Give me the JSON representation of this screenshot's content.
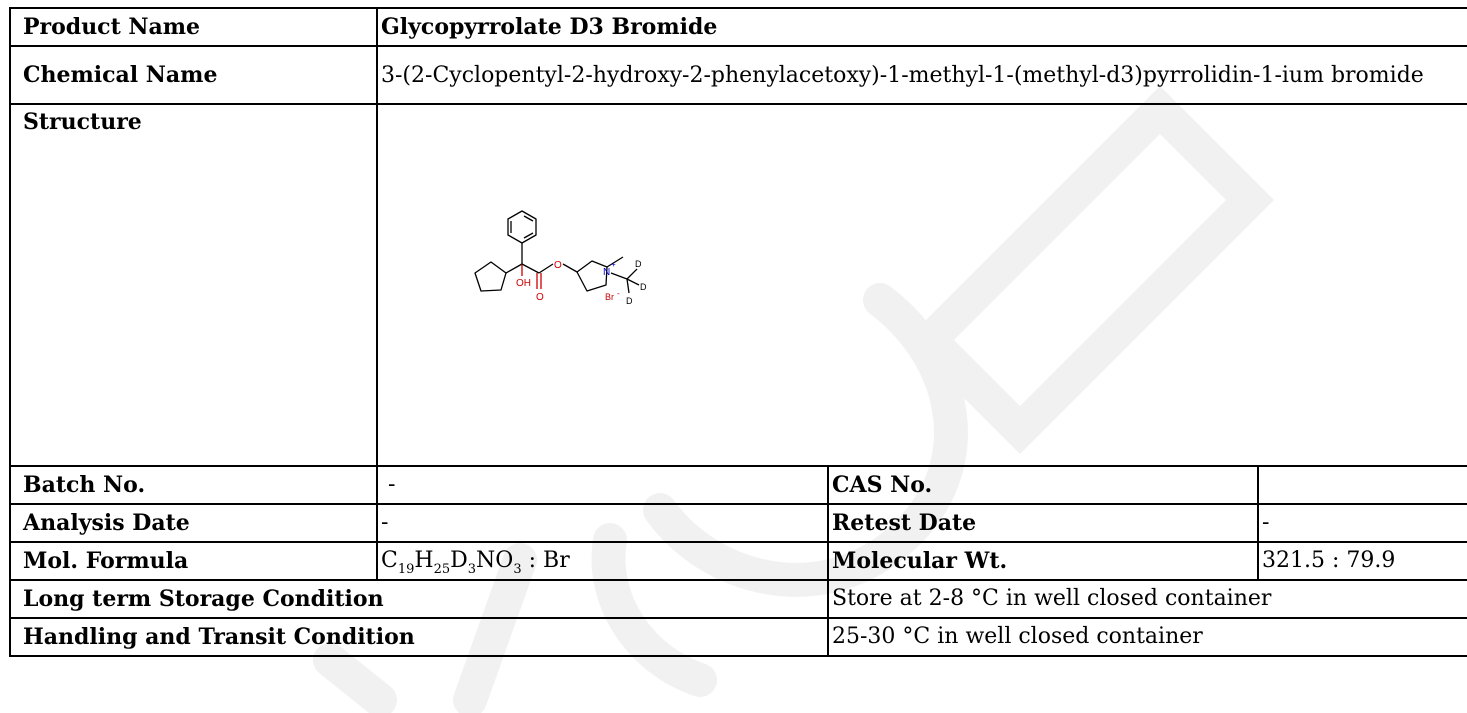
{
  "document": {
    "product_name_label": "Product Name",
    "product_name": "Glycopyrrolate D3 Bromide",
    "chemical_name_label": "Chemical Name",
    "chemical_name": "3-(2-Cyclopentyl-2-hydroxy-2-phenylacetoxy)-1-methyl-1-(methyl-d3)pyrrolidin-1-ium bromide",
    "structure_label": "Structure",
    "batch_label": "Batch No.",
    "batch_value": " -",
    "cas_label": "CAS No.",
    "cas_value": "",
    "analysis_date_label": "Analysis Date",
    "analysis_date_value": "-",
    "retest_date_label": "Retest Date",
    "retest_date_value": "-",
    "mol_formula_label": "Mol. Formula",
    "mol_formula_parts": {
      "c": "C",
      "c_n": "19",
      "h": "H",
      "h_n": "25",
      "d": "D",
      "d_n": "3",
      "no": "NO",
      "no_n": "3",
      "salt": " : Br"
    },
    "mol_wt_label": "Molecular Wt.",
    "mol_wt_value": "321.5 : 79.9",
    "storage_label": "Long term Storage Condition",
    "storage_value": "Store at 2-8 °C in well closed container",
    "handling_label": "Handling and Transit Condition",
    "handling_value": "25-30 °C in well closed container"
  },
  "structure_atoms": {
    "oh": "OH",
    "o_carbonyl": "O",
    "o_ester": "O",
    "n_plus": "N",
    "plus": "+",
    "d1": "D",
    "d2": "D",
    "d3": "D",
    "br": "Br",
    "br_charge": "-"
  },
  "colors": {
    "border": "#000000",
    "oxygen": "#cc0000",
    "nitrogen": "#0000cc",
    "watermark": "#f2f2f2"
  }
}
